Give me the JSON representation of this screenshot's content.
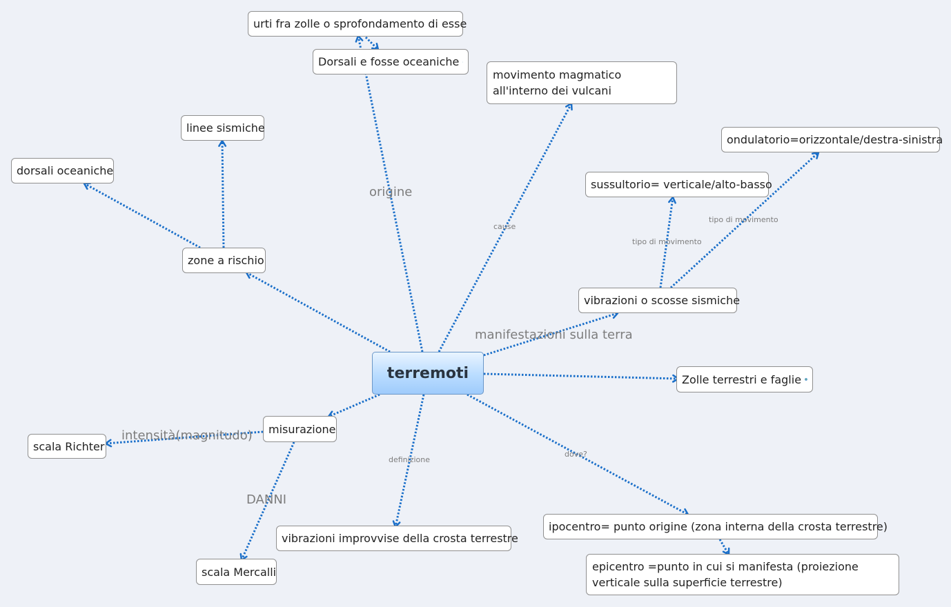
{
  "map": {
    "central": "terremoti",
    "topics": {
      "urti": "urti fra zolle o sprofondamento di esse",
      "dorsali_fosse": "Dorsali e fosse oceaniche",
      "movimento_magmatico": "movimento magmatico all'interno dei vulcani",
      "linee_sismiche": "linee sismiche",
      "dorsali_oceaniche": "dorsali oceaniche",
      "zone_rischio": "zone a rischio",
      "ondulatorio": "ondulatorio=orizzontale/destra-sinistra",
      "sussultorio": "sussultorio= verticale/alto-basso",
      "vibrazioni_scosse": "vibrazioni o scosse sismiche",
      "zolle_faglie": "Zolle terrestri e faglie",
      "misurazione": "misurazione",
      "scala_richter": "scala Richter",
      "scala_mercalli": "scala Mercalli",
      "vibrazioni_improvvise": "vibrazioni improvvise della crosta terrestre",
      "ipocentro": "ipocentro= punto origine (zona interna della crosta terrestre)",
      "epicentro": "epicentro =punto in cui si manifesta (proiezione verticale sulla superficie terrestre)"
    },
    "labels": {
      "origine": "origine",
      "cause": "cause",
      "manifestazioni": "manifestazioni sulla terra",
      "tipo_movimento_1": "tipo di movimento",
      "tipo_movimento_2": "tipo di movimento",
      "intensita": "intensità(magnitudo)",
      "danni": "DANNI",
      "definizione": "definizione",
      "dove": "dove?"
    },
    "icons": {
      "dorsali_fosse": "globe-icon",
      "zolle_faglie": "globe-icon"
    },
    "colors": {
      "connector": "#1a6fc9",
      "central_fill": "#b9dcff",
      "label_text": "#7d7d7d"
    }
  }
}
